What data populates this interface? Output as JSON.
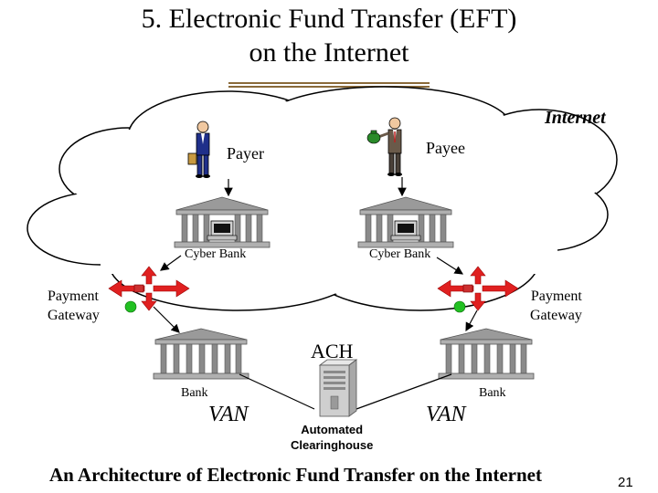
{
  "title": {
    "line1": "5.  Electronic Fund Transfer (EFT)",
    "line2": "on the Internet"
  },
  "diagram": {
    "internet_label": "Internet",
    "payer_label": "Payer",
    "payee_label": "Payee",
    "cyber_bank_left": "Cyber Bank",
    "cyber_bank_right": "Cyber Bank",
    "gateway_left": [
      "Payment",
      "Gateway"
    ],
    "gateway_right": [
      "Payment",
      "Gateway"
    ],
    "ach_label": "ACH",
    "bank_left": "Bank",
    "bank_right": "Bank",
    "van_left": "VAN",
    "van_right": "VAN",
    "clearinghouse": [
      "Automated",
      "Clearinghouse"
    ]
  },
  "caption": "An Architecture of Electronic Fund Transfer on the Internet",
  "page_number": "21",
  "colors": {
    "cloud_stroke": "#000000",
    "cloud_fill": "#ffffff",
    "building": "#9a9a9a",
    "gateway_red": "#e02020",
    "gateway_green": "#22c022",
    "person_suit_left": "#1f2f8a",
    "person_suit_right": "#5a4a3a",
    "rule": "#8a6a3a"
  }
}
